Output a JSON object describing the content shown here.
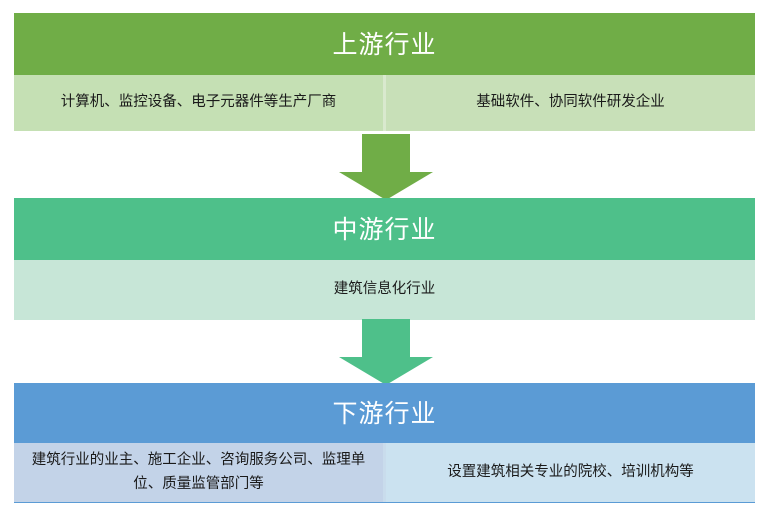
{
  "diagram": {
    "type": "industry-chain-flow",
    "title_visible": false,
    "orientation": "vertical-top-to-bottom",
    "colors": {
      "upstream_header": "#70AD47",
      "upstream_body": "#C5E0B4",
      "midstream_header": "#4EC08A",
      "midstream_body": "#C7E6D7",
      "downstream_header": "#5B9BD5",
      "downstream_body_left": "#C3D3E8",
      "downstream_body_right": "#CBE2F0",
      "arrow_upper": "#70AD47",
      "arrow_lower": "#4EC08A",
      "header_text": "#FFFFFF",
      "body_text": "#1A1A1A",
      "background": "#FFFFFF"
    },
    "tiers": [
      {
        "id": "upstream",
        "header": "上游行业",
        "cells": [
          "计算机、监控设备、电子元器件等生产厂商",
          "基础软件、协同软件研发企业"
        ]
      },
      {
        "id": "midstream",
        "header": "中游行业",
        "cells": [
          "建筑信息化行业"
        ]
      },
      {
        "id": "downstream",
        "header": "下游行业",
        "cells": [
          "建筑行业的业主、施工企业、咨询服务公司、监理单位、质量监管部门等",
          "设置建筑相关专业的院校、培训机构等"
        ]
      }
    ],
    "connectors": [
      {
        "id": "upstream-to-midstream",
        "icon": "down-arrow-icon",
        "color": "#70AD47"
      },
      {
        "id": "midstream-to-downstream",
        "icon": "down-arrow-icon",
        "color": "#4EC08A"
      }
    ]
  }
}
